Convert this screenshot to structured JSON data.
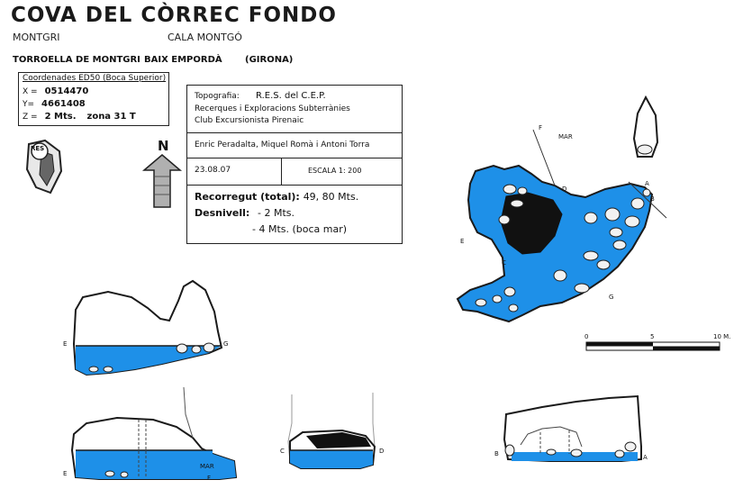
{
  "header": {
    "title": "COVA DEL CÒRREC FONDO",
    "place_left": "MONTGRI",
    "place_right": "CALA MONTGÓ",
    "municipality": "TORROELLA DE MONTGRI",
    "region": "BAIX EMPORDÀ",
    "province": "(GIRONA)"
  },
  "coordinates": {
    "header": "Coordenades ED50 (Boca Superior)",
    "x_label": "X =",
    "x_value": "0514470",
    "y_label": "Y=",
    "y_value": "4661408",
    "z_label": "Z =",
    "z_value": "2 Mts.",
    "zone": "zona 31 T"
  },
  "info": {
    "topo_label": "Topografia:",
    "topo_team": "R.E.S. del C.E.P.",
    "org_line1": "Recerques i Exploracions Subterrànies",
    "org_line2": "Club Excursionista Pirenaic",
    "authors": "Enric Peradalta, Miquel Romà i Antoni Torra",
    "date": "23.08.07",
    "scale": "ESCALA 1: 200",
    "total_label": "Recorregut (total):",
    "total_value": "49, 80 Mts.",
    "drop_label": "Desnivell:",
    "drop_value1": "- 2 Mts.",
    "drop_value2": "- 4 Mts. (boca mar)"
  },
  "north_label": "N",
  "logo_text": "RES",
  "scale_bar": {
    "labels": [
      "0",
      "5",
      "10 M."
    ]
  },
  "plan_labels": {
    "mar": "MAR",
    "a": "A",
    "b": "B",
    "c": "C",
    "d": "D",
    "e": "E",
    "f": "F",
    "g": "G"
  },
  "section_labels": {
    "eg_e": "E",
    "eg_g": "G",
    "ef_e": "E",
    "ef_mar": "MAR",
    "ef_f": "F",
    "cd_c": "C",
    "cd_d": "D",
    "ba_b": "B",
    "ba_a": "A"
  },
  "colors": {
    "water": "#1e90e8",
    "rock": "#111111",
    "line": "#1a1a1a"
  }
}
